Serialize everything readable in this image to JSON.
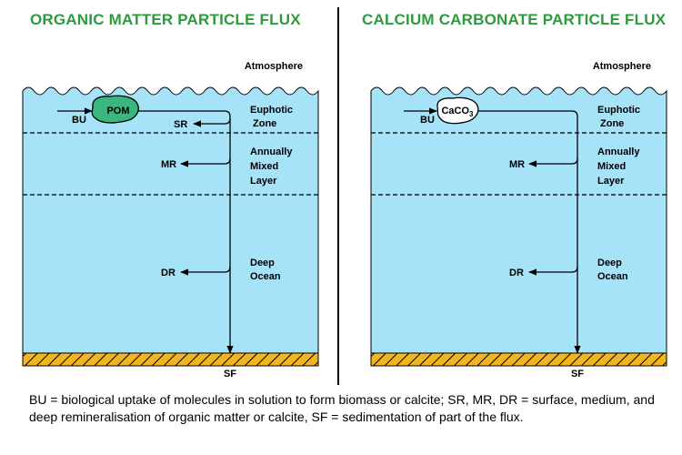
{
  "panels": [
    {
      "title": "ORGANIC MATTER PARTICLE FLUX",
      "atmosphere": "Atmosphere",
      "particle": "POM",
      "zones": {
        "euphotic": [
          "Euphotic",
          "Zone"
        ],
        "mixed": [
          "Annually",
          "Mixed",
          "Layer"
        ],
        "deep": [
          "Deep",
          "Ocean"
        ]
      },
      "labels": {
        "bu": "BU",
        "sr": "SR",
        "mr": "MR",
        "dr": "DR",
        "sf": "SF"
      }
    },
    {
      "title": "CALCIUM CARBONATE PARTICLE FLUX",
      "atmosphere": "Atmosphere",
      "particle_main": "CaCO",
      "particle_sub": "3",
      "zones": {
        "euphotic": [
          "Euphotic",
          "Zone"
        ],
        "mixed": [
          "Annually",
          "Mixed",
          "Layer"
        ],
        "deep": [
          "Deep",
          "Ocean"
        ]
      },
      "labels": {
        "bu": "BU",
        "mr": "MR",
        "dr": "DR",
        "sf": "SF"
      }
    }
  ],
  "caption": "BU = biological uptake of molecules in solution to form biomass or calcite; SR, MR, DR = surface, medium, and deep remineralisation of organic matter or calcite, SF = sedimentation of part of the flux.",
  "colors": {
    "title": "#2e9a3e",
    "water": "#a6e2f8",
    "particle_pom": "#3bb67f",
    "particle_caco3": "#ffffff",
    "sediment": "#f2b51f"
  }
}
